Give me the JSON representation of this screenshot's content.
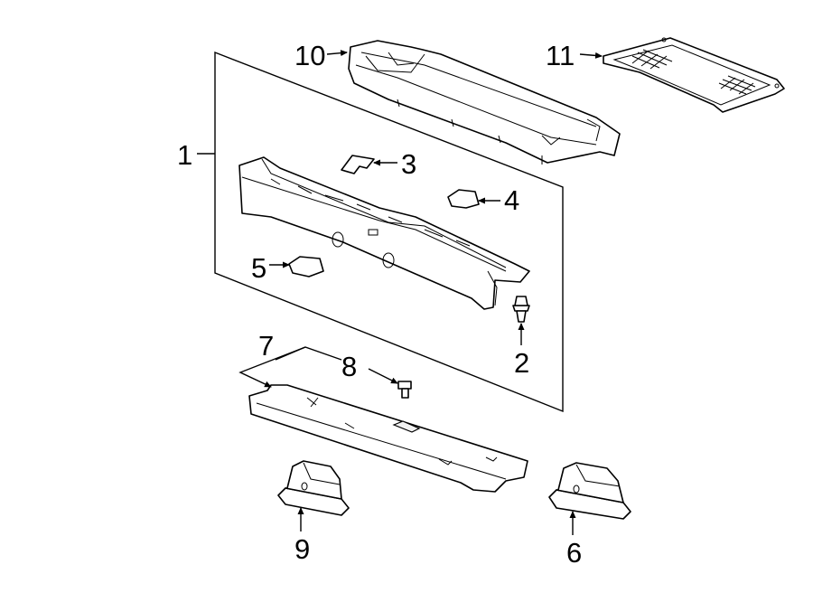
{
  "diagram": {
    "callouts": [
      {
        "id": "1",
        "label": "1"
      },
      {
        "id": "2",
        "label": "2"
      },
      {
        "id": "3",
        "label": "3"
      },
      {
        "id": "4",
        "label": "4"
      },
      {
        "id": "5",
        "label": "5"
      },
      {
        "id": "6",
        "label": "6"
      },
      {
        "id": "7",
        "label": "7"
      },
      {
        "id": "8",
        "label": "8"
      },
      {
        "id": "9",
        "label": "9"
      },
      {
        "id": "10",
        "label": "10"
      },
      {
        "id": "11",
        "label": "11"
      }
    ],
    "colors": {
      "line": "#000000",
      "background": "#ffffff",
      "fill": "#ffffff"
    }
  }
}
